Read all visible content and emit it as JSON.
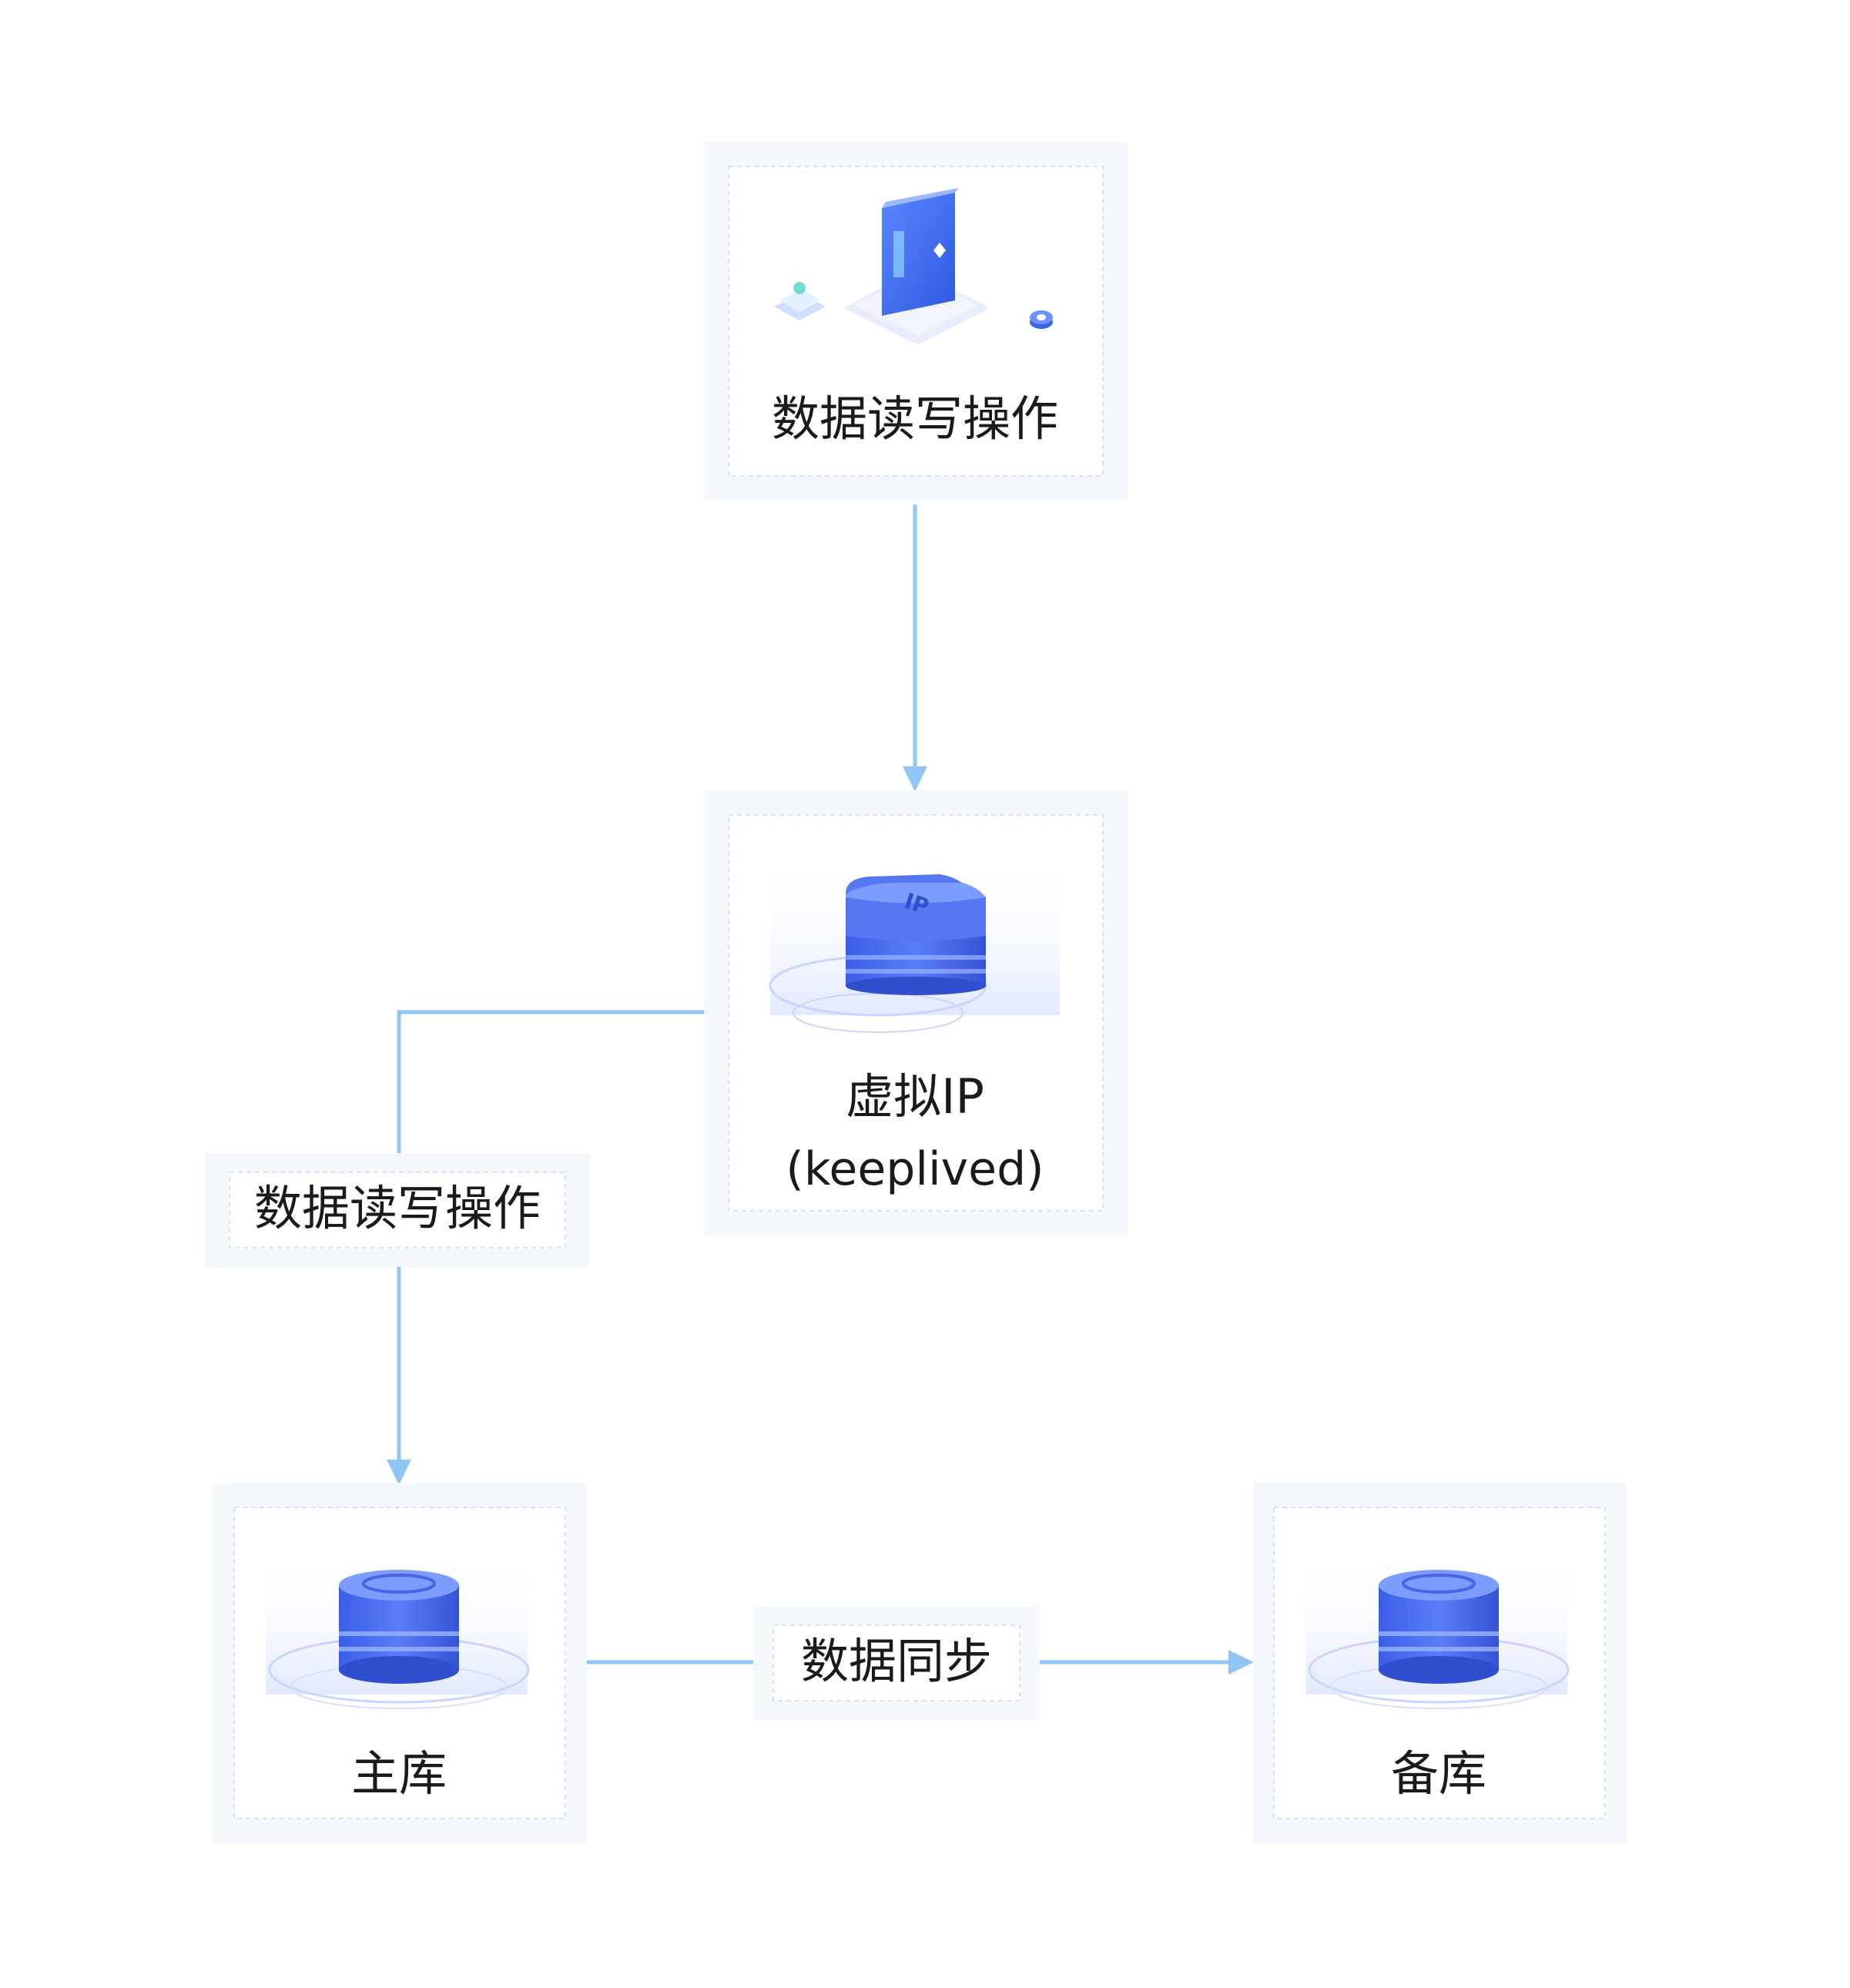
{
  "nodes": {
    "client": {
      "label": "数据读写操作",
      "color": "#1a1a1a"
    },
    "vip": {
      "label_line1": "虚拟IP",
      "label_line2": "(keeplived)",
      "icon_text": "IP",
      "color": "#1a1a1a"
    },
    "primary": {
      "label": "主库",
      "color": "#2f8f7f"
    },
    "standby": {
      "label": "备库",
      "color": "#1f6fbf"
    }
  },
  "edges": {
    "vip_to_primary": {
      "label": "数据读写操作"
    },
    "primary_to_standby": {
      "label": "数据同步"
    }
  },
  "colors": {
    "edge": "#91c5f5",
    "node_frame": "#f4f8fd",
    "icon_blue": "#4a6ff0",
    "icon_blue_dark": "#3555d8",
    "icon_blue_light": "#7d9cff"
  }
}
